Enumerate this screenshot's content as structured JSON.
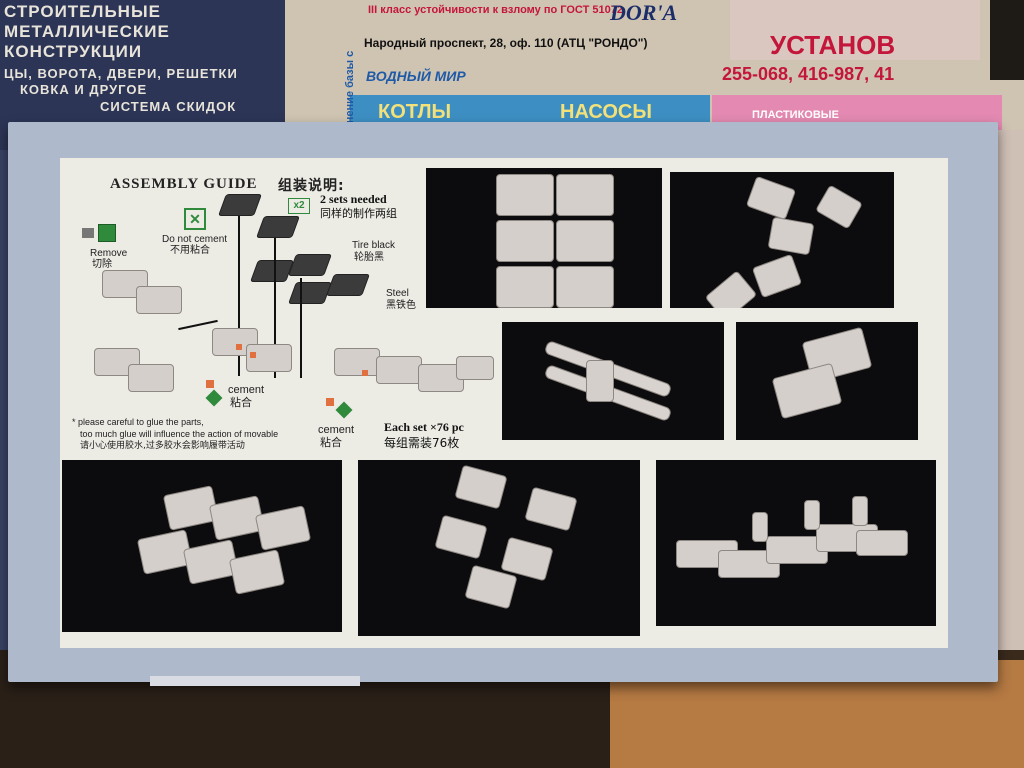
{
  "newspaper": {
    "left_lines": [
      "СТРОИТЕЛЬНЫЕ",
      "МЕТАЛЛИЧЕСКИЕ",
      "КОНСТРУКЦИИ",
      "ЦЫ, ВОРОТА, ДВЕРИ, РЕШЕТКИ",
      "КОВКА И ДРУГОЕ",
      "СИСТЕМА СКИДОК"
    ],
    "gost_line": "III класс устойчивости к взлому по ГОСТ 51072",
    "dora": "DOR'A",
    "address": "Народный проспект, 28, оф. 110 (АТЦ \"РОНДО\")",
    "vodny_mir": "ВОДНЫЙ МИР",
    "kotly": "КОТЛЫ",
    "nasosy": "НАСОСЫ",
    "ustanovka": "УСТАНОВ",
    "phones": "255-068, 416-987, 41",
    "plastikovye": "ПЛАСТИКОВЫЕ",
    "vertical": "инение базы с"
  },
  "guide": {
    "title": "ASSEMBLY GUIDE",
    "title_cn": "组装说明:",
    "x2": "x2",
    "sets_en": "2 sets needed",
    "sets_cn": "同样的制作两组",
    "remove_en": "Remove",
    "remove_cn": "切除",
    "donot_en": "Do not cement",
    "donot_cn": "不用粘合",
    "tire_en": "Tire black",
    "tire_cn": "轮胎黑",
    "steel_en": "Steel",
    "steel_cn": "黑铁色",
    "cement_en": "cement",
    "cement_cn": "粘合",
    "cement2_en": "cement",
    "cement2_cn": "粘合",
    "each_en": "Each set  ×76 pc",
    "each_cn": "每组需装76枚",
    "note1": "* please careful to glue the parts,",
    "note2": "too much glue will influence the action of movable",
    "note3": "请小心使用胶水,过多胶水会影响履带活动"
  },
  "colors": {
    "box_gray": "#aeb9cb",
    "panel": "#ecebe4",
    "accent_green": "#2f8a3c",
    "accent_orange": "#e07040",
    "news_red": "#c4163b"
  }
}
